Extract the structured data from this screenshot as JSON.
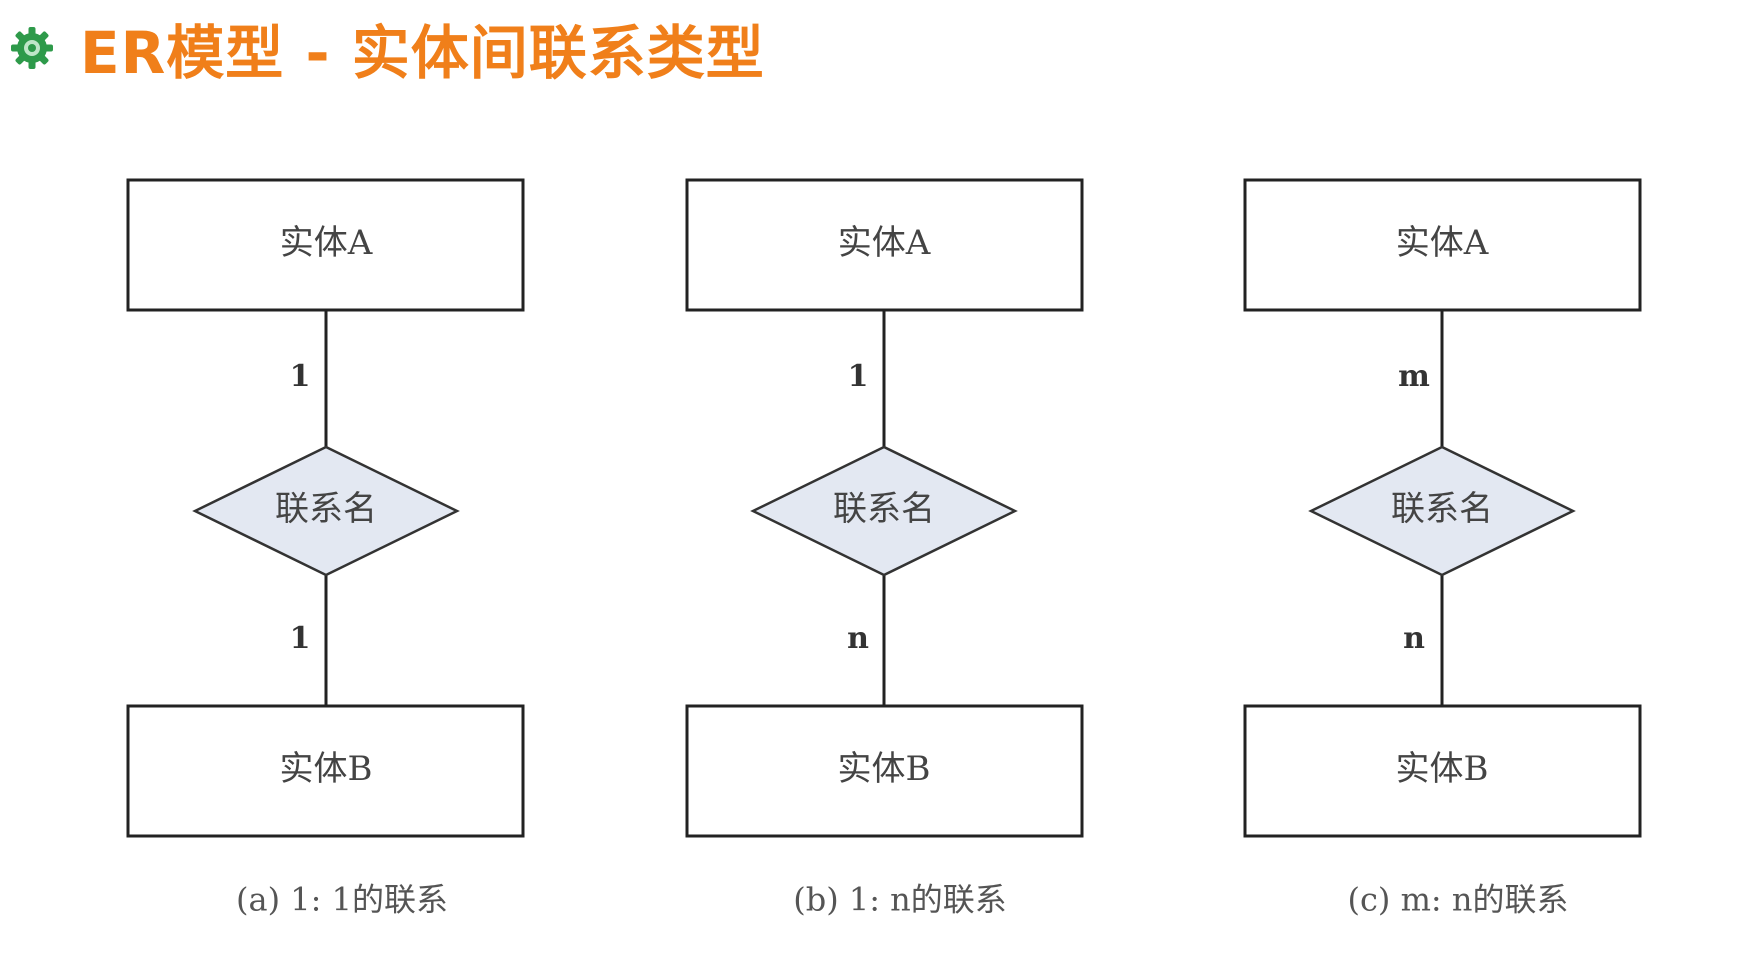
{
  "header": {
    "title": "ER模型 - 实体间联系类型",
    "icon": "gear-flower-icon",
    "title_color": "#f07f1a",
    "icon_color": "#2e9a4a"
  },
  "diagrams": [
    {
      "entity_a": "实体A",
      "entity_b": "实体B",
      "relationship": "联系名",
      "card_top": "1",
      "card_bottom": "1",
      "caption": "(a) 1: 1的联系"
    },
    {
      "entity_a": "实体A",
      "entity_b": "实体B",
      "relationship": "联系名",
      "card_top": "1",
      "card_bottom": "n",
      "caption": "(b) 1: n的联系"
    },
    {
      "entity_a": "实体A",
      "entity_b": "实体B",
      "relationship": "联系名",
      "card_top": "m",
      "card_bottom": "n",
      "caption": "(c) m: n的联系"
    }
  ]
}
